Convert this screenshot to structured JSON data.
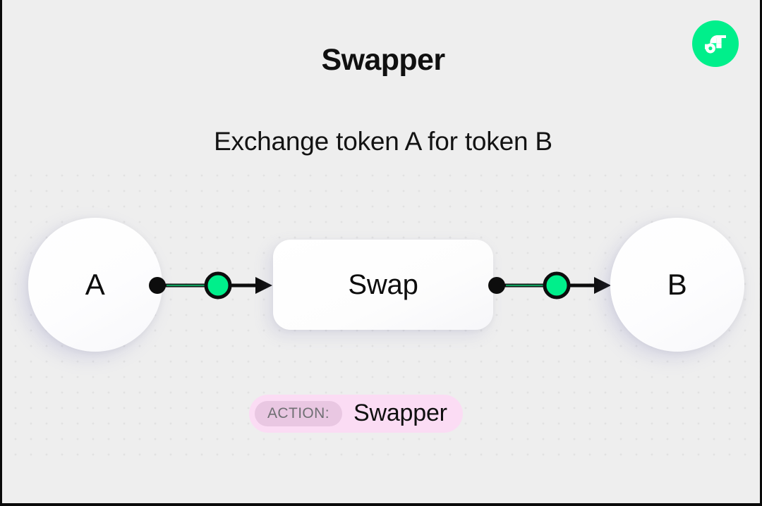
{
  "header": {
    "title": "Swapper",
    "subtitle": "Exchange token A for token B",
    "logo_icon": "flow-logo-icon",
    "logo_color": "#00ef8b"
  },
  "diagram": {
    "type": "flow-diagram",
    "nodes": [
      {
        "id": "a",
        "label": "A",
        "shape": "circle"
      },
      {
        "id": "swap",
        "label": "Swap",
        "shape": "rounded-rect"
      },
      {
        "id": "b",
        "label": "B",
        "shape": "circle"
      }
    ],
    "edges": [
      {
        "from": "a",
        "to": "swap",
        "marker": "green-dot",
        "arrow": "arrowhead"
      },
      {
        "from": "swap",
        "to": "b",
        "marker": "green-dot",
        "arrow": "arrowhead"
      }
    ],
    "colors": {
      "accent_green": "#00ef8b",
      "edge_stroke": "#0d0d0d",
      "node_fill": "#ffffff",
      "canvas_bg": "#eeeeee",
      "dot_grid": "#e2e2e2"
    }
  },
  "action_badge": {
    "key_label": "ACTION:",
    "value_label": "Swapper",
    "pill_color": "#fbdcf4",
    "key_pill_color": "#e9c7e2"
  }
}
